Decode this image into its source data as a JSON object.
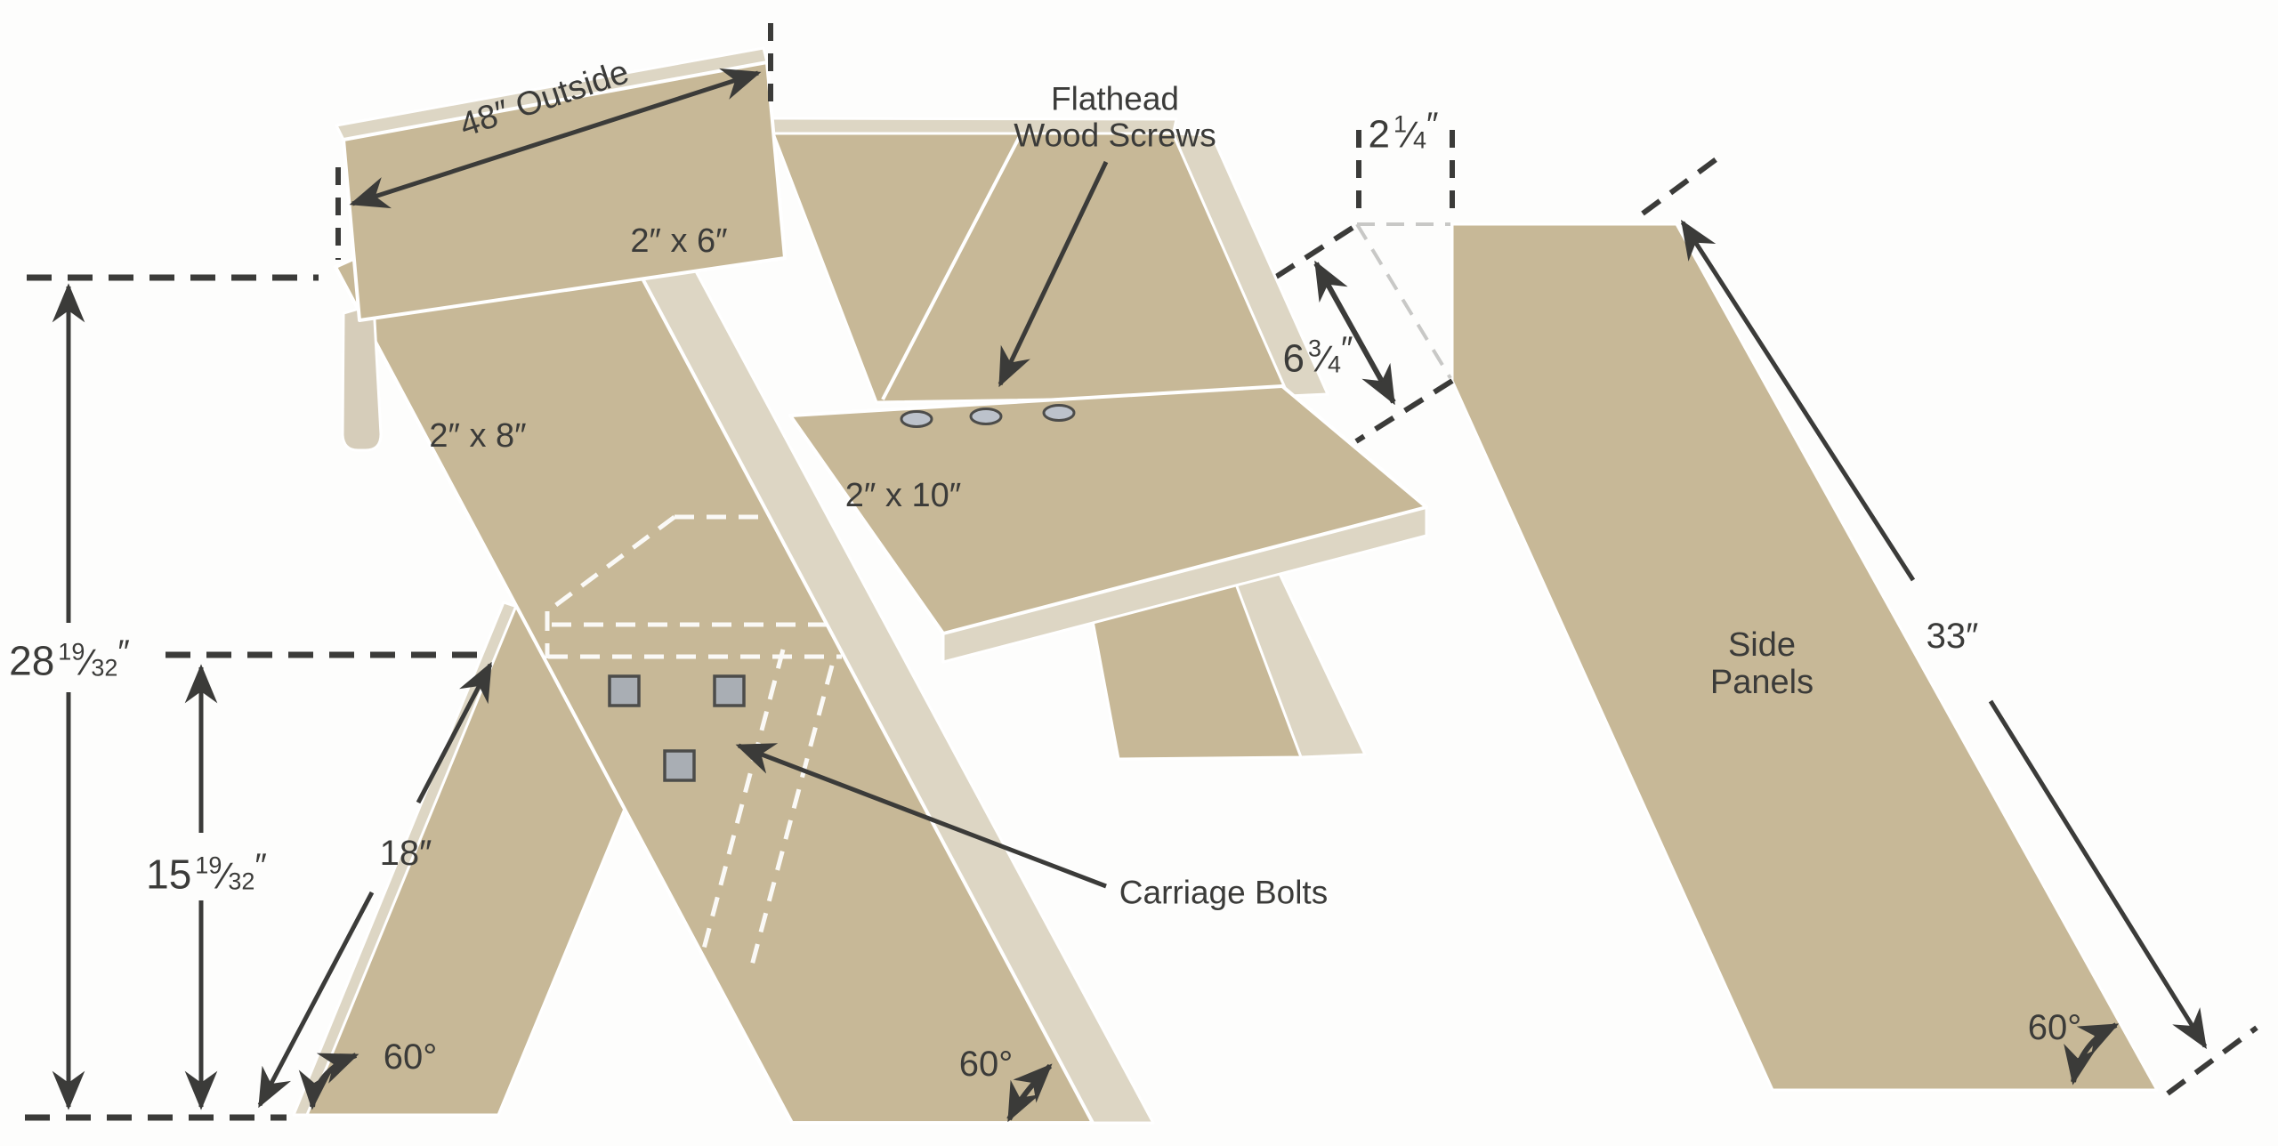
{
  "colors": {
    "wood": "#c7b897",
    "wood_edge": "#ddd6c4",
    "wood_edge_dark": "#d6cdba",
    "line": "#3b3b39",
    "gray_dash": "#c8c8c6",
    "bolt_fill": "#a9aeb4",
    "screw_fill": "#bcc2cb",
    "hardware_border": "#4c4c4a",
    "background": "#fdfdfc"
  },
  "bench": {
    "part_labels": {
      "top_board": "2″ x 6″",
      "leg_board": "2″ x 8″",
      "seat_board": "2″ x 10″"
    },
    "callouts": {
      "flathead_line1": "Flathead",
      "flathead_line2": "Wood Screws",
      "carriage_bolts": "Carriage Bolts"
    },
    "dims": {
      "outside_width": "48″ Outside",
      "total_height": {
        "whole": "28",
        "num": "19",
        "den": "32",
        "unit": "″"
      },
      "brace_height": {
        "whole": "15",
        "num": "19",
        "den": "32",
        "unit": "″"
      },
      "leg_length": "18″",
      "angle_left": "60°",
      "angle_right": "60°"
    },
    "hardware": {
      "carriage_bolt_count": 3,
      "flathead_screw_count": 3
    }
  },
  "side_panel": {
    "labels": {
      "name_line1": "Side",
      "name_line2": "Panels"
    },
    "dims": {
      "notch_width": {
        "whole": "2",
        "num": "1",
        "den": "4",
        "unit": "″"
      },
      "notch_length": {
        "whole": "6",
        "num": "3",
        "den": "4",
        "unit": "″"
      },
      "panel_length": "33″",
      "angle": "60°"
    }
  },
  "fraction_slash": "⁄"
}
